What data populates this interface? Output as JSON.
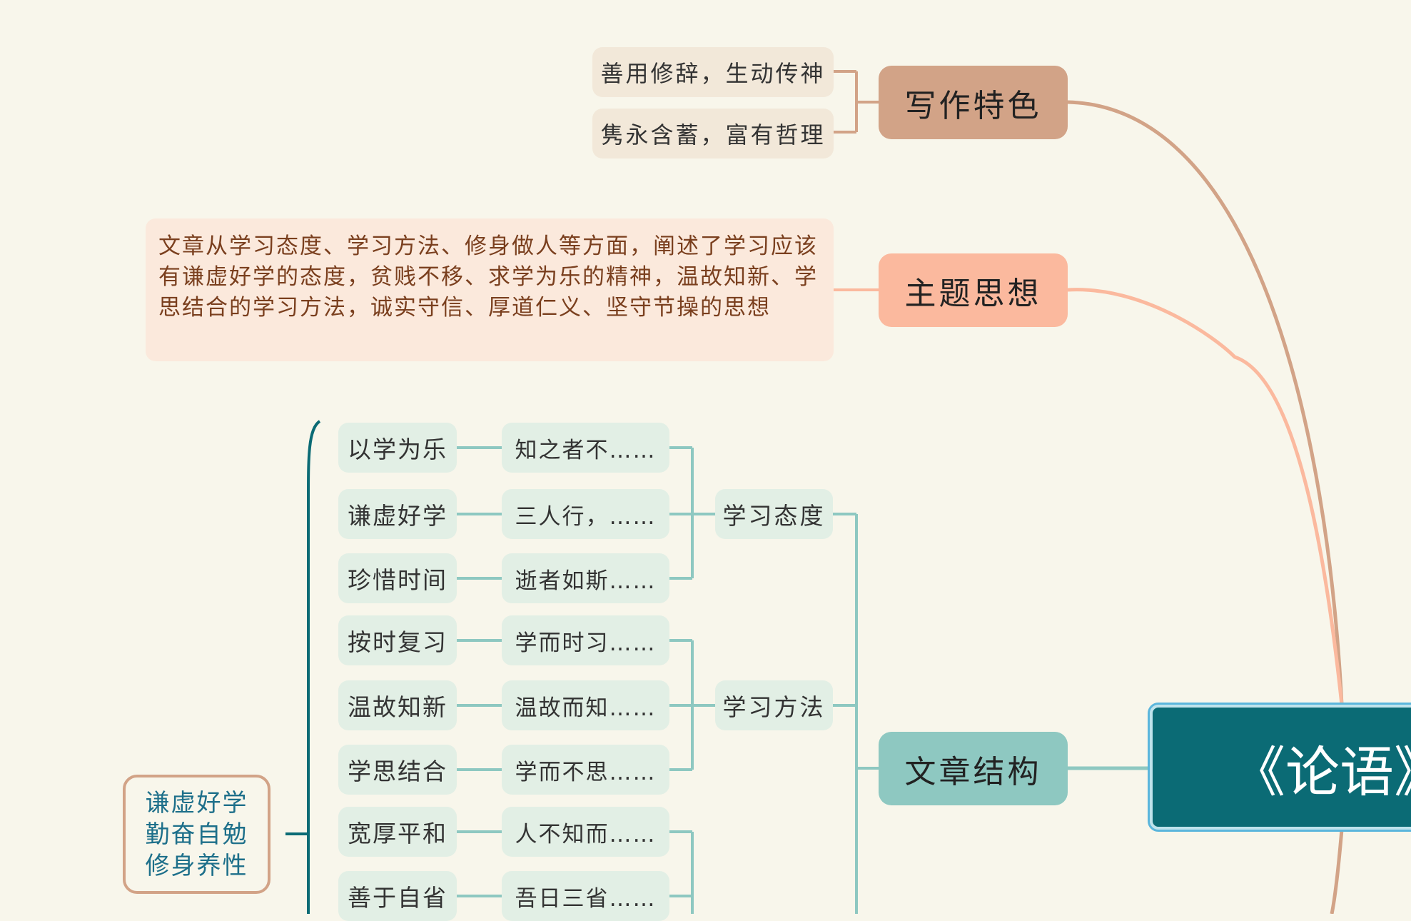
{
  "root": {
    "title": "《论语》"
  },
  "writing": {
    "label": "写作特色",
    "items": [
      "善用修辞，生动传神",
      "隽永含蓄，富有哲理"
    ]
  },
  "theme": {
    "label": "主题思想",
    "text": "文章从学习态度、学习方法、修身做人等方面，阐述了学习应该有谦虚好学的态度，贫贱不移、求学为乐的精神，温故知新、学思结合的学习方法，诚实守信、厚道仁义、坚守节操的思想"
  },
  "structure": {
    "label": "文章结构",
    "groups": [
      {
        "label": "学习态度",
        "rows": [
          {
            "theme": "以学为乐",
            "quote": "知之者不……"
          },
          {
            "theme": "谦虚好学",
            "quote": "三人行，……"
          },
          {
            "theme": "珍惜时间",
            "quote": "逝者如斯……"
          }
        ]
      },
      {
        "label": "学习方法",
        "rows": [
          {
            "theme": "按时复习",
            "quote": "学而时习……"
          },
          {
            "theme": "温故知新",
            "quote": "温故而知……"
          },
          {
            "theme": "学思结合",
            "quote": "学而不思……"
          }
        ]
      },
      {
        "label": "",
        "rows": [
          {
            "theme": "宽厚平和",
            "quote": "人不知而……"
          },
          {
            "theme": "善于自省",
            "quote": "吾日三省……"
          }
        ]
      }
    ],
    "summary": "谦虚好学\n勤奋自勉\n修身养性"
  },
  "colors": {
    "background": "#f8f6eb",
    "root": "#0b6b75",
    "writing": "#d2a387",
    "theme": "#fbb99e",
    "structure": "#8ec8c1",
    "leaf": "#e2efe5",
    "summary_text": "#1d6f8a"
  }
}
